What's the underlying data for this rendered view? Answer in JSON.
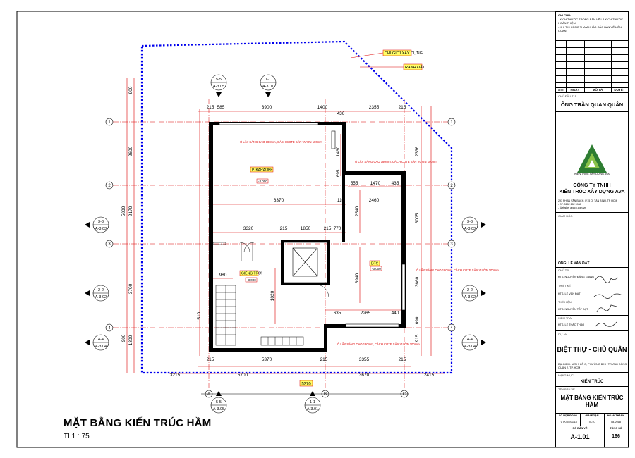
{
  "drawing": {
    "title": "MẶT BẰNG KIẾN TRÚC HẦM",
    "scale": "TL1 : 75",
    "tags": {
      "chi_gioi": "CHỈ GIỚI XÂY DỰNG",
      "ranh_dat": "RANH ĐẤT",
      "karaoke": "P. KARAOKE",
      "gio_thong": "GIẾNG TRỜI",
      "dtc": "DTC"
    },
    "levels": {
      "karaoke": "-3.000",
      "gio_thong": "-3.000",
      "dtc": "-3.000"
    },
    "notes": {
      "light1": "Ô LẤY SÁNG CAO 180mm, CÁCH COTE SÂN VƯỜN 100mm",
      "light2": "Ô LẤY SÁNG CAO 180mm, CÁCH COTE SÂN VƯỜN 100mm",
      "light3": "Ô LẤY SÁNG CAO 180mm, CÁCH COTE SÂN VƯỜN 100mm",
      "light4": "Ô LẤY SÁNG CAO 180mm, CÁCH COTE SÂN VƯỜN 100mm"
    },
    "grid_rows": [
      "1",
      "2",
      "3",
      "4"
    ],
    "grid_cols": [
      "A",
      "B",
      "C"
    ],
    "section_marks": {
      "s55_top": "5-5",
      "s55_top_ref": "A-3.05",
      "s11_top": "1-1",
      "s11_top_ref": "A-3.01",
      "s33_left": "3-3",
      "s33_left_ref": "A-3.03",
      "s22_left": "2-2",
      "s22_left_ref": "A-3.02",
      "s44_left": "4-4",
      "s44_left_ref": "A-3.04",
      "s33_right": "3-3",
      "s33_right_ref": "A-3.03",
      "s22_right": "2-2",
      "s22_right_ref": "A-3.02",
      "s44_right": "4-4",
      "s44_right_ref": "A-3.04",
      "s55_bot": "5-5",
      "s55_bot_ref": "A-3.05",
      "s11_bot": "1-1",
      "s11_bot_ref": "A-3.01"
    },
    "dims_top": [
      "215",
      "585",
      "3900",
      "1400",
      "436",
      "2355",
      "215"
    ],
    "dims_mid1": [
      "555",
      "1470",
      "435"
    ],
    "dims_6370": "6370",
    "dims_110": "110",
    "dims_2460": "2460",
    "dims_mid2": [
      "3320",
      "215",
      "1850",
      "215",
      "770"
    ],
    "dims_980": "980",
    "dims_635": "635",
    "dims_2265": "2265",
    "dims_440": "440",
    "dims_bot1": [
      "215",
      "5370",
      "215",
      "3355",
      "215"
    ],
    "dims_bot2": [
      "3215",
      "5700",
      "3670",
      "2415"
    ],
    "dims_bot3": "5370",
    "dims_left": [
      "900",
      "2600",
      "5800",
      "2170",
      "900",
      "3700",
      "1300"
    ],
    "dims_right": [
      "2336",
      "3005",
      "3660",
      "690",
      "915"
    ],
    "dims_inner": [
      "1460",
      "695",
      "2540",
      "1020",
      "3940",
      "1510"
    ]
  },
  "title_block": {
    "notes_label": "GHI CHÚ:",
    "notes_1": "- KÍCH THƯỚC TRONG BẢN VẼ LÀ KÍCH THƯỚC HOÀN THIỆN",
    "notes_2": "- KHI THI CÔNG THAM KHẢO CÁC BẢN VẼ LIÊN QUAN",
    "rev_headers": [
      "STT",
      "NGÀY",
      "MÔ TẢ",
      "DUYỆT"
    ],
    "owner_label": "CHỦ ĐẦU TƯ:",
    "owner_name": "ÔNG TRẦN QUAN QUÂN",
    "logo_caption": "KIẾN TRÚC XÂY DỰNG AVA",
    "company_1": "CÔNG TY TNHH",
    "company_2": "KIẾN TRÚC XÂY DỰNG AVA",
    "address_1": "293 PHAN VĂN BẠCH, P.15 Q. TÂN BÌNH, TP HCM",
    "address_2": "- ĐT: 0282 282 5988",
    "address_3": "- Website: avaco.com.vn",
    "director_label": "GIÁM ĐỐC:",
    "director_name": "ÔNG: LÊ VĂN ĐẠT",
    "chu_tri_label": "CHỦ TRÌ",
    "chu_tri_name": "KTS. NGUYỄN ĐĂNG GIANG",
    "thiet_ke_label": "THIẾT KẾ",
    "thiet_ke_name": "KTS. LÊ VĂN ĐẠT",
    "the_hien_label": "THỂ HIỆN",
    "the_hien_name": "KTS. NGUYỄN TẤT ĐẠT",
    "kiem_tra_label": "KIỂM TRA",
    "kiem_tra_name": "KTS. LÊ THẢO THẢO",
    "project_label": "DỰ ÁN",
    "project_name": "BIỆT THỰ - CHỦ QUÂN",
    "location": "ĐỊA ĐIỂM: NỀN 7 LÔ G, PHƯỜNG BÌNH TRƯNG ĐÔNG, QUẬN 2, TP. HCM",
    "category_label": "HẠNG MỤC",
    "category_name": "KIẾN TRÚC",
    "sheet_name_label": "TÊN BẢN VẼ",
    "sheet_name_1": "MẶT BẰNG KIẾN TRÚC",
    "sheet_name_2": "HẦM",
    "contract_label": "SỐ HỢP ĐỒNG",
    "contract_no": "TVTK/05/02/18",
    "phase_label": "GIAI ĐOẠN",
    "phase": "TKTC",
    "finish_label": "HOÀN THÀNH",
    "finish": "08-2018",
    "sheet_no_label": "SỐ BẢN VẼ",
    "sheet_no": "A-1.01",
    "total_label": "TỔNG SỐ",
    "total": "166"
  },
  "colors": {
    "line": "#000000",
    "dim": "#cc0000",
    "boundary": "#0000ee",
    "tag_bg": "#ffff66",
    "tag_border": "#dd0000",
    "logo_green": "#2e7d32"
  }
}
